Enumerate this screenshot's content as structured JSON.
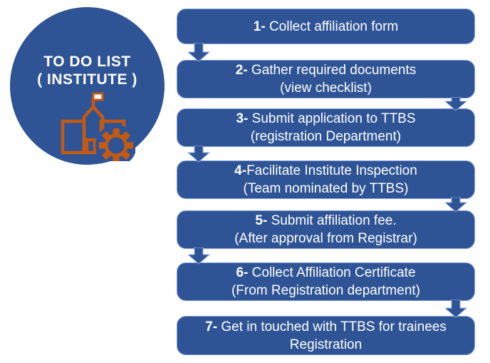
{
  "badge": {
    "title_line1": "TO DO LIST",
    "title_line2": "( INSTITUTE )",
    "icon": "institute-building-icon"
  },
  "steps": [
    {
      "num": "1-",
      "text": " Collect affiliation form"
    },
    {
      "num": "2-",
      "text": " Gather required documents",
      "sub": "(view checklist)"
    },
    {
      "num": "3-",
      "text": " Submit application to TTBS",
      "sub": "(registration Department)"
    },
    {
      "num": "4-",
      "text": "Facilitate Institute Inspection",
      "sub": "(Team nominated by TTBS)"
    },
    {
      "num": "5-",
      "text": " Submit affiliation fee.",
      "sub": "(After approval from Registrar)"
    },
    {
      "num": "6-",
      "text": " Collect Affiliation Certificate",
      "sub": "(From Registration department)"
    },
    {
      "num": "7-",
      "text": " Get in touched with TTBS for trainees",
      "sub": "Registration"
    }
  ],
  "icons": {
    "connector": "down-arrow-icon",
    "badge_icon": "institute-building-icon"
  },
  "colors": {
    "primary_blue": "#2F5496",
    "icon_orange": "#C45911",
    "arrow_outline": "#8FAADC",
    "text_white": "#FFFFFF",
    "background": "#FFFFFF"
  }
}
